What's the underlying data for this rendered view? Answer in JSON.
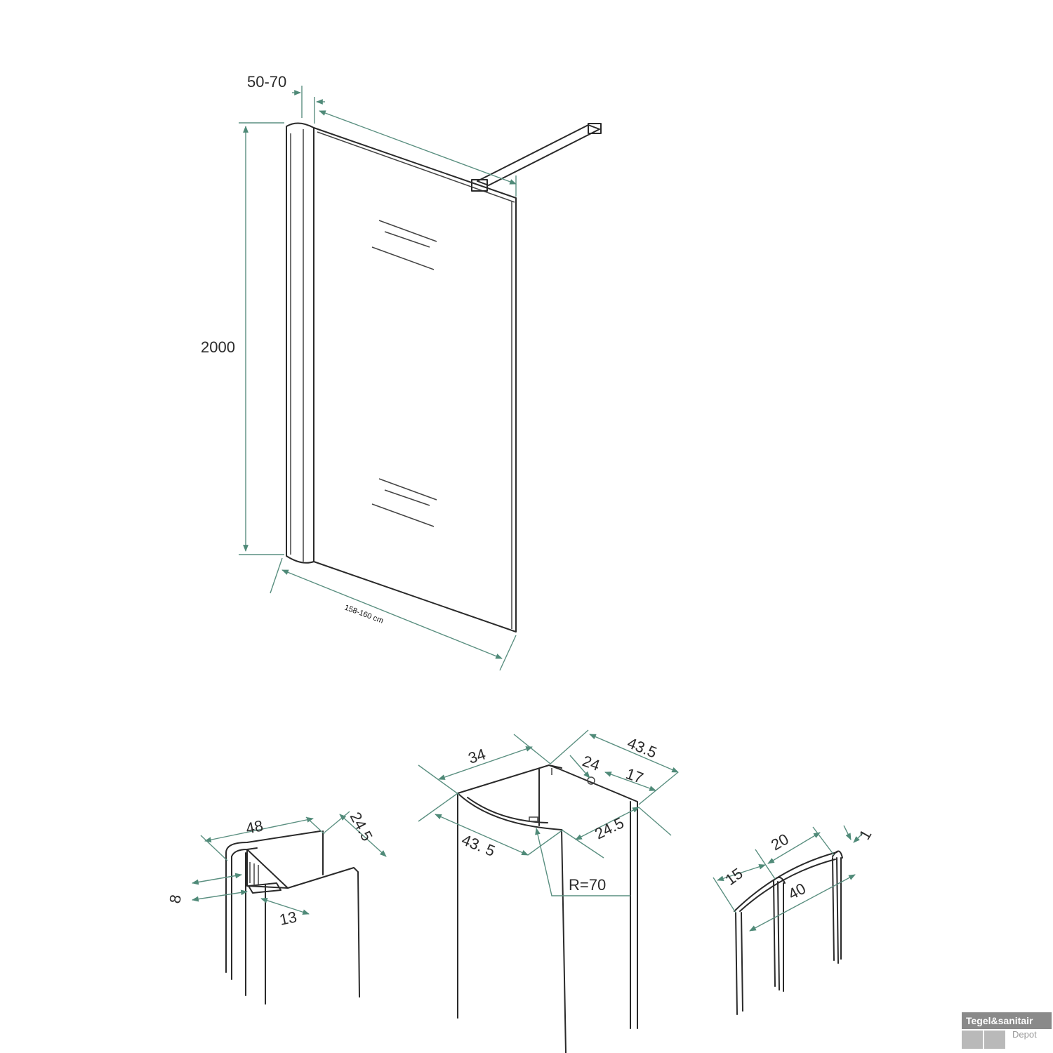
{
  "dimensions": {
    "panel_depth": "50-70",
    "panel_height": "2000",
    "stabilizer_length": "158-160 cm",
    "profile_left_width": "48",
    "profile_left_depth": "24.5",
    "profile_left_slot": "8",
    "profile_left_gap": "13",
    "profile_mid_top": "34",
    "profile_mid_top_right": "43.5",
    "profile_mid_inner": "24",
    "profile_mid_inner_right": "17",
    "profile_mid_bottom": "43. 5",
    "profile_mid_side": "24.5",
    "profile_mid_radius": "R=70",
    "profile_right_top": "20",
    "profile_right_left": "15",
    "profile_right_thickness": "1",
    "profile_right_length": "40"
  },
  "logo": {
    "brand": "Tegel&sanitair",
    "sub": "Depot"
  }
}
